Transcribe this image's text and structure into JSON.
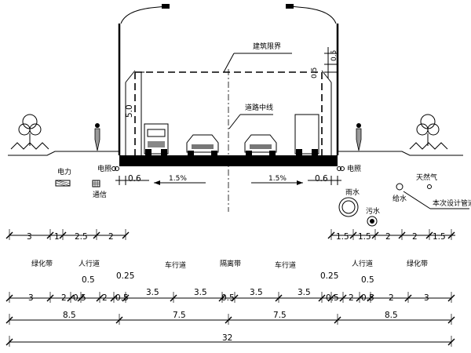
{
  "annotations": {
    "tunnel_limit": "建筑限界",
    "road_centerline": "道路中线",
    "clear_height": "5.0",
    "top_dim_1": "0.5",
    "top_dim_2": "0.5",
    "slope_left": "1.5%",
    "slope_right": "1.5%",
    "curb_left": "0.6",
    "curb_right": "0.6",
    "utility_power": "电力",
    "utility_telecom": "通信",
    "utility_lighting_left": "电照",
    "utility_lighting_right": "电照",
    "utility_rain": "雨水",
    "utility_sewage": "污水",
    "utility_gas": "天然气",
    "utility_water": "给水",
    "design_pipe": "本次设计管道"
  },
  "dims_row1_left": [
    "3",
    "1",
    "2.5",
    "2"
  ],
  "dims_row1_right": [
    "1.5",
    "1.5",
    "2",
    "2",
    "1.5"
  ],
  "zone_labels": [
    "绿化带",
    "人行道",
    "车行道",
    "隔离带",
    "车行道",
    "人行道",
    "绿化带"
  ],
  "dims_row2_small": [
    "0.5",
    "0.25",
    "0.25",
    "0.5"
  ],
  "dims_row2": [
    "3",
    "2",
    "0.5",
    "2",
    "0.5",
    "3.5",
    "3.5",
    "0.5",
    "3.5",
    "3.5",
    "0.5",
    "2",
    "0.5",
    "2",
    "3"
  ],
  "dims_row3": [
    "8.5",
    "7.5",
    "7.5",
    "8.5"
  ],
  "dims_total": "32"
}
